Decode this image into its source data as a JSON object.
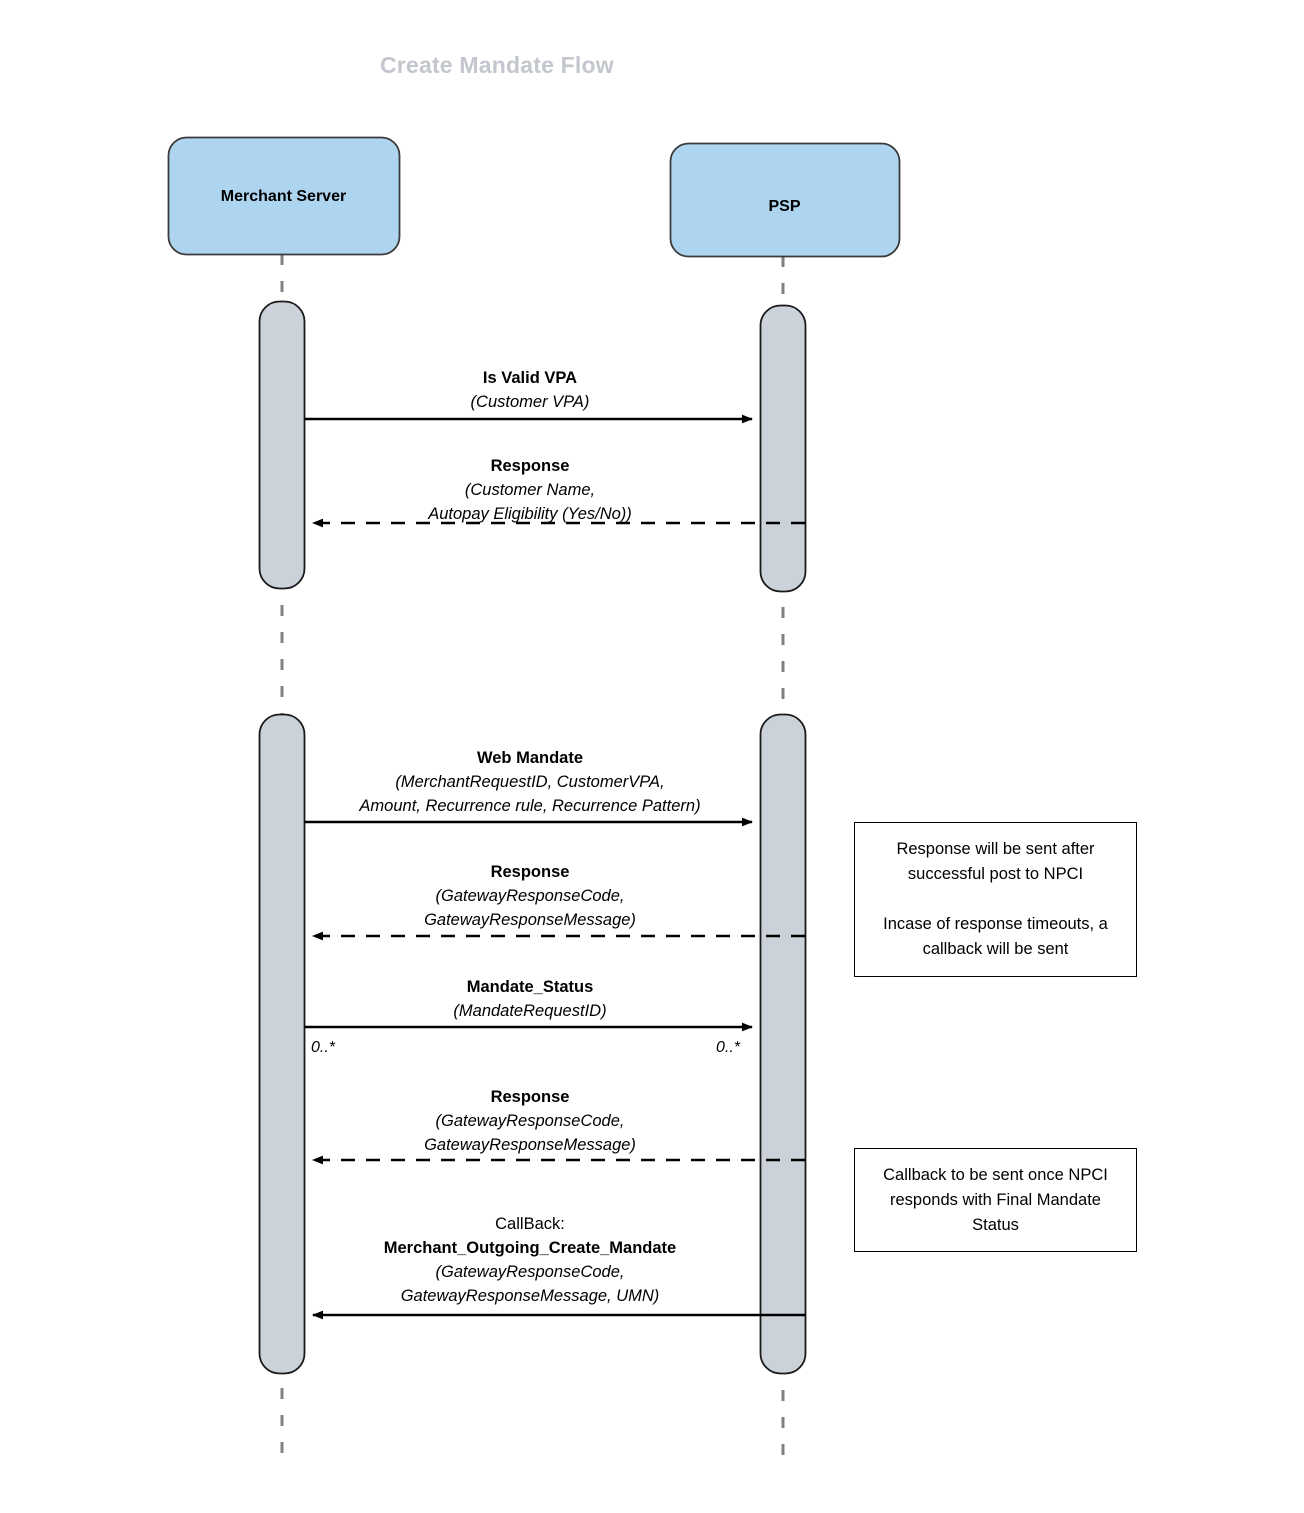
{
  "title": "Create Mandate Flow",
  "colors": {
    "participant_fill": "#aed5ef",
    "participant_stroke": "#3b3b3b",
    "activation_fill": "#ccd2d9",
    "activation_stroke": "#1a1a1a",
    "lifeline": "#808080",
    "arrow": "#000000",
    "title": "#c3c7cd",
    "note_border": "#000000",
    "background": "#ffffff"
  },
  "participants": [
    {
      "name": "merchant-server",
      "label": "Merchant Server"
    },
    {
      "name": "psp",
      "label": "PSP"
    }
  ],
  "messages": [
    {
      "name": "is-valid-vpa",
      "direction": "right",
      "style": "solid",
      "lines": [
        {
          "text": "Is Valid VPA",
          "style": "bold"
        },
        {
          "text": "(Customer VPA)",
          "style": "italic"
        }
      ]
    },
    {
      "name": "vpa-response",
      "direction": "left",
      "style": "dashed",
      "lines": [
        {
          "text": "Response",
          "style": "bold"
        },
        {
          "text": "(Customer Name,",
          "style": "italic"
        },
        {
          "text": "Autopay Eligibility (Yes/No))",
          "style": "italic"
        }
      ]
    },
    {
      "name": "web-mandate",
      "direction": "right",
      "style": "solid",
      "lines": [
        {
          "text": "Web Mandate",
          "style": "bold"
        },
        {
          "text": "(MerchantRequestID, CustomerVPA,",
          "style": "italic"
        },
        {
          "text": "Amount, Recurrence rule, Recurrence Pattern)",
          "style": "italic"
        }
      ]
    },
    {
      "name": "web-mandate-response",
      "direction": "left",
      "style": "dashed",
      "lines": [
        {
          "text": "Response",
          "style": "bold"
        },
        {
          "text": "(GatewayResponseCode,",
          "style": "italic"
        },
        {
          "text": "GatewayResponseMessage)",
          "style": "italic"
        }
      ]
    },
    {
      "name": "mandate-status",
      "direction": "right",
      "style": "solid",
      "lines": [
        {
          "text": "Mandate_Status",
          "style": "bold"
        },
        {
          "text": "(MandateRequestID)",
          "style": "italic"
        }
      ]
    },
    {
      "name": "mandate-status-response",
      "direction": "left",
      "style": "dashed",
      "lines": [
        {
          "text": "Response",
          "style": "bold"
        },
        {
          "text": "(GatewayResponseCode,",
          "style": "italic"
        },
        {
          "text": "GatewayResponseMessage)",
          "style": "italic"
        }
      ]
    },
    {
      "name": "callback-merchant-outgoing-create-mandate",
      "direction": "left",
      "style": "solid",
      "lines": [
        {
          "text": "CallBack:",
          "style": "plain"
        },
        {
          "text": "Merchant_Outgoing_Create_Mandate",
          "style": "bold"
        },
        {
          "text": "(GatewayResponseCode,",
          "style": "italic"
        },
        {
          "text": "GatewayResponseMessage, UMN)",
          "style": "italic"
        }
      ]
    }
  ],
  "multiplicities": {
    "left": "0..*",
    "right": "0..*"
  },
  "notes": [
    {
      "name": "note-response-npci",
      "paragraphs": [
        "Response will be sent after successful post to NPCI",
        "Incase of response timeouts, a callback will be sent"
      ]
    },
    {
      "name": "note-callback-final-status",
      "paragraphs": [
        "Callback to be sent once NPCI responds with Final Mandate Status"
      ]
    }
  ]
}
